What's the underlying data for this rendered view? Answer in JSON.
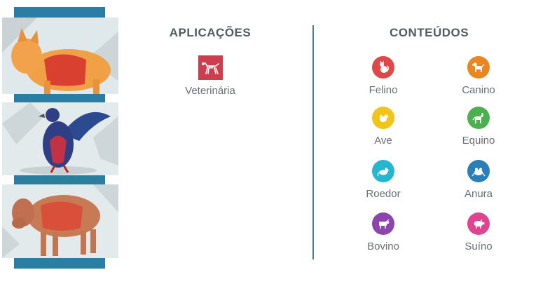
{
  "applications": {
    "heading": "APLICAÇÕES",
    "items": [
      {
        "label": "Veterinária",
        "icon": "dog-skeleton-icon",
        "color": "#cc3d4e"
      }
    ]
  },
  "contents": {
    "heading": "CONTEÚDOS",
    "items": [
      {
        "label": "Felino",
        "icon": "cat-icon",
        "color": "#e04848"
      },
      {
        "label": "Canino",
        "icon": "dog-icon",
        "color": "#e8861f"
      },
      {
        "label": "Ave",
        "icon": "bird-icon",
        "color": "#f0c419"
      },
      {
        "label": "Equino",
        "icon": "horse-icon",
        "color": "#4caf50"
      },
      {
        "label": "Roedor",
        "icon": "rodent-icon",
        "color": "#26b6cf"
      },
      {
        "label": "Anura",
        "icon": "frog-icon",
        "color": "#2a7fb8"
      },
      {
        "label": "Bovino",
        "icon": "cow-icon",
        "color": "#8e44ad"
      },
      {
        "label": "Suíno",
        "icon": "pig-icon",
        "color": "#e0438f"
      }
    ]
  },
  "colors": {
    "accent_bar": "#2a7ea6",
    "divider": "#3d7fa6",
    "heading": "#555a5e",
    "text": "#6a6e72"
  }
}
